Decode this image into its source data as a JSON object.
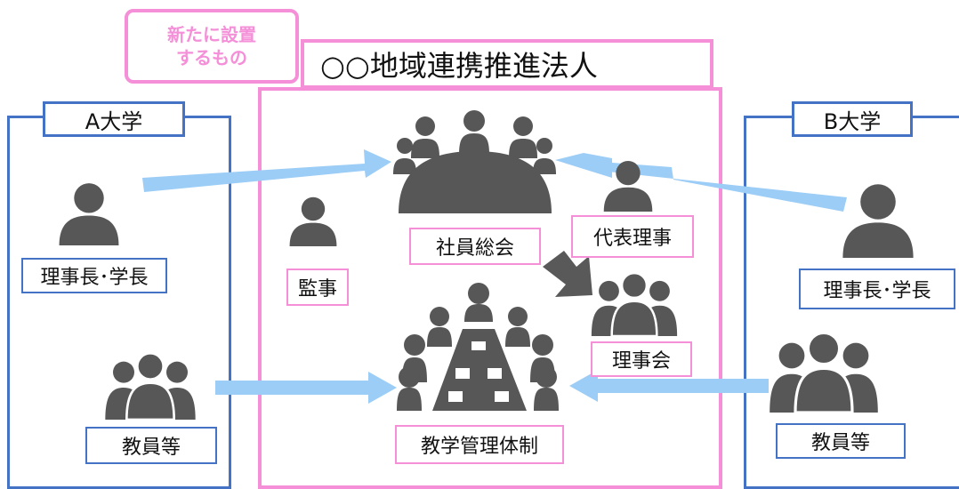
{
  "corporation": {
    "title": "○○地域連携推進法人",
    "badge_line1": "新たに設置",
    "badge_line2": "するもの",
    "general_meeting": "社員総会",
    "auditor": "監事",
    "representative_director": "代表理事",
    "board": "理事会",
    "curriculum_system": "教学管理体制"
  },
  "university_a": {
    "name": "A大学",
    "head": "理事長･学長",
    "faculty": "教員等"
  },
  "university_b": {
    "name": "B大学",
    "head": "理事長･学長",
    "faculty": "教員等"
  },
  "colors": {
    "pink": "#f48fd8",
    "blue_frame": "#4472c4",
    "light_blue_arrow": "#9ccdf6",
    "dark_arrow": "#595959",
    "icon": "#575757"
  }
}
